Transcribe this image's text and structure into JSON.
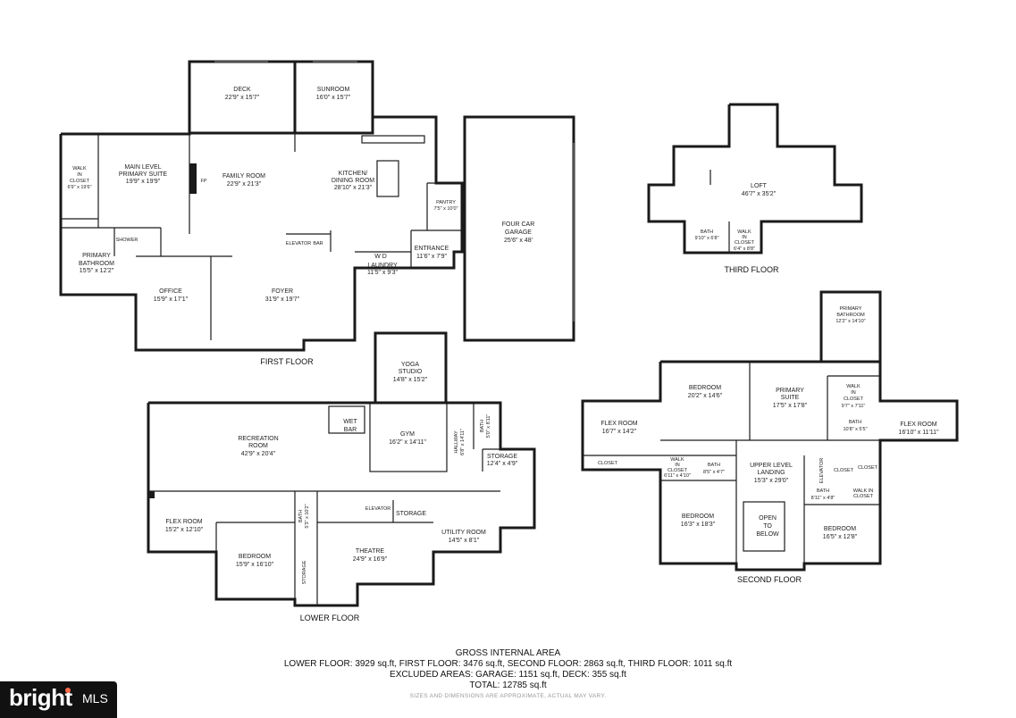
{
  "floors": {
    "first": {
      "title": "FIRST FLOOR",
      "rooms": [
        {
          "id": "deck",
          "name": "DECK",
          "dim": "22'9\" x 15'7\""
        },
        {
          "id": "sunroom",
          "name": "SUNROOM",
          "dim": "16'0\" x 15'7\""
        },
        {
          "id": "walkin",
          "name": "WALK\nIN\nCLOSET",
          "dim": "6'9\" x 19'6\""
        },
        {
          "id": "mainsuite",
          "name": "MAIN LEVEL\nPRIMARY SUITE",
          "dim": "19'9\" x 19'9\""
        },
        {
          "id": "fp",
          "name": "FP",
          "dim": ""
        },
        {
          "id": "family",
          "name": "FAMILY ROOM",
          "dim": "22'9\" x 21'3\""
        },
        {
          "id": "kitchen",
          "name": "KITCHEN/\nDINING ROOM",
          "dim": "28'10\" x 21'3\""
        },
        {
          "id": "pantry",
          "name": "PANTRY",
          "dim": "7'5\" x 10'0\""
        },
        {
          "id": "shower",
          "name": "SHOWER",
          "dim": ""
        },
        {
          "id": "elevator1",
          "name": "ELEVATOR",
          "dim": ""
        },
        {
          "id": "bar1",
          "name": "BAR",
          "dim": ""
        },
        {
          "id": "entrance",
          "name": "ENTRANCE",
          "dim": "11'6\" x 7'9\""
        },
        {
          "id": "primbath1",
          "name": "PRIMARY\nBATHROOM",
          "dim": "15'5\" x 12'2\""
        },
        {
          "id": "wd",
          "name": "W   D",
          "dim": ""
        },
        {
          "id": "laundry",
          "name": "LAUNDRY",
          "dim": "11'5\" x 9'3\""
        },
        {
          "id": "office",
          "name": "OFFICE",
          "dim": "15'9\" x 17'1\""
        },
        {
          "id": "foyer",
          "name": "FOYER",
          "dim": "31'9\" x 19'7\""
        },
        {
          "id": "garage",
          "name": "FOUR CAR\nGARAGE",
          "dim": "25'6\" x 48'"
        }
      ]
    },
    "third": {
      "title": "THIRD FLOOR",
      "rooms": [
        {
          "id": "loft",
          "name": "LOFT",
          "dim": "46'7\" x 35'2\""
        },
        {
          "id": "bath3",
          "name": "BATH",
          "dim": "9'10\" x 6'8\""
        },
        {
          "id": "walkin3",
          "name": "WALK\nIN\nCLOSET",
          "dim": "6'4\" x 8'8\""
        }
      ]
    },
    "lower": {
      "title": "LOWER FLOOR",
      "rooms": [
        {
          "id": "yoga",
          "name": "YOGA\nSTUDIO",
          "dim": "14'8\" x 15'2\""
        },
        {
          "id": "recroom",
          "name": "RECREATION\nROOM",
          "dim": "42'9\" x 20'4\""
        },
        {
          "id": "wetbar",
          "name": "WET\nBAR",
          "dim": ""
        },
        {
          "id": "gym",
          "name": "GYM",
          "dim": "16'2\" x 14'11\""
        },
        {
          "id": "hallway",
          "name": "HALLWAY",
          "dim": "6'8\" x 14'11\""
        },
        {
          "id": "bathL1",
          "name": "BATH",
          "dim": "5'0\" x 8'11\""
        },
        {
          "id": "storage1",
          "name": "STORAGE",
          "dim": "12'4\" x 4'9\""
        },
        {
          "id": "flexL",
          "name": "FLEX ROOM",
          "dim": "15'2\" x 12'10\""
        },
        {
          "id": "bathL2",
          "name": "BATH",
          "dim": "5'3\" x 10'2\""
        },
        {
          "id": "elevatorL",
          "name": "ELEVATOR",
          "dim": ""
        },
        {
          "id": "storage2",
          "name": "STORAGE",
          "dim": ""
        },
        {
          "id": "utility",
          "name": "UTILITY ROOM",
          "dim": "14'5\" x 8'1\""
        },
        {
          "id": "bedroomL",
          "name": "BEDROOM",
          "dim": "15'9\" x 16'10\""
        },
        {
          "id": "storage3",
          "name": "STORAGE",
          "dim": ""
        },
        {
          "id": "theatre",
          "name": "THEATRE",
          "dim": "24'9\" x 16'9\""
        }
      ]
    },
    "second": {
      "title": "SECOND FLOOR",
      "rooms": [
        {
          "id": "primbath2",
          "name": "PRIMARY\nBATHROOM",
          "dim": "12'2\" x 14'10\""
        },
        {
          "id": "bedroom2a",
          "name": "BEDROOM",
          "dim": "20'2\" x 14'6\""
        },
        {
          "id": "primsuite2",
          "name": "PRIMARY\nSUITE",
          "dim": "17'5\" x 17'8\""
        },
        {
          "id": "walkin2",
          "name": "WALK\nIN\nCLOSET",
          "dim": "9'7\" x 7'11\""
        },
        {
          "id": "flex2a",
          "name": "FLEX ROOM",
          "dim": "16'7\" x 14'2\""
        },
        {
          "id": "bath2a",
          "name": "BATH",
          "dim": "10'8\" x 5'5\""
        },
        {
          "id": "flex2b",
          "name": "FLEX ROOM",
          "dim": "16'10\" x 11'11\""
        },
        {
          "id": "closet2a",
          "name": "CLOSET",
          "dim": ""
        },
        {
          "id": "walkin2b",
          "name": "WALK\nIN\nCLOSET",
          "dim": "6'11\" x 4'10\""
        },
        {
          "id": "bath2b",
          "name": "BATH",
          "dim": "8'5\" x 4'7\""
        },
        {
          "id": "landing",
          "name": "UPPER LEVEL\nLANDING",
          "dim": "15'3\" x 29'0\""
        },
        {
          "id": "elevator2",
          "name": "ELEVATOR",
          "dim": ""
        },
        {
          "id": "closet2b",
          "name": "CLOSET",
          "dim": ""
        },
        {
          "id": "closet2c",
          "name": "CLOSET",
          "dim": ""
        },
        {
          "id": "bath2c",
          "name": "BATH",
          "dim": "8'11\" x 4'8\""
        },
        {
          "id": "walkin2c",
          "name": "WALK IN\nCLOSET",
          "dim": ""
        },
        {
          "id": "bedroom2b",
          "name": "BEDROOM",
          "dim": "16'3\" x 18'3\""
        },
        {
          "id": "open",
          "name": "OPEN\nTO\nBELOW",
          "dim": ""
        },
        {
          "id": "bedroom2c",
          "name": "BEDROOM",
          "dim": "16'5\" x 12'8\""
        }
      ]
    }
  },
  "summary": {
    "heading": "GROSS INTERNAL AREA",
    "line1": "LOWER FLOOR: 3929 sq.ft, FIRST FLOOR: 3476 sq.ft, SECOND FLOOR: 2863 sq.ft, THIRD FLOOR: 1011 sq.ft",
    "line2": "EXCLUDED AREAS: GARAGE: 1151 sq.ft, DECK: 355 sq.ft",
    "line3": "TOTAL: 12785 sq.ft",
    "disclaimer": "SIZES AND DIMENSIONS ARE APPROXIMATE, ACTUAL MAY VARY."
  },
  "logo": {
    "brand": "bright",
    "suffix": "MLS",
    "accent": "#ff6b4a"
  }
}
